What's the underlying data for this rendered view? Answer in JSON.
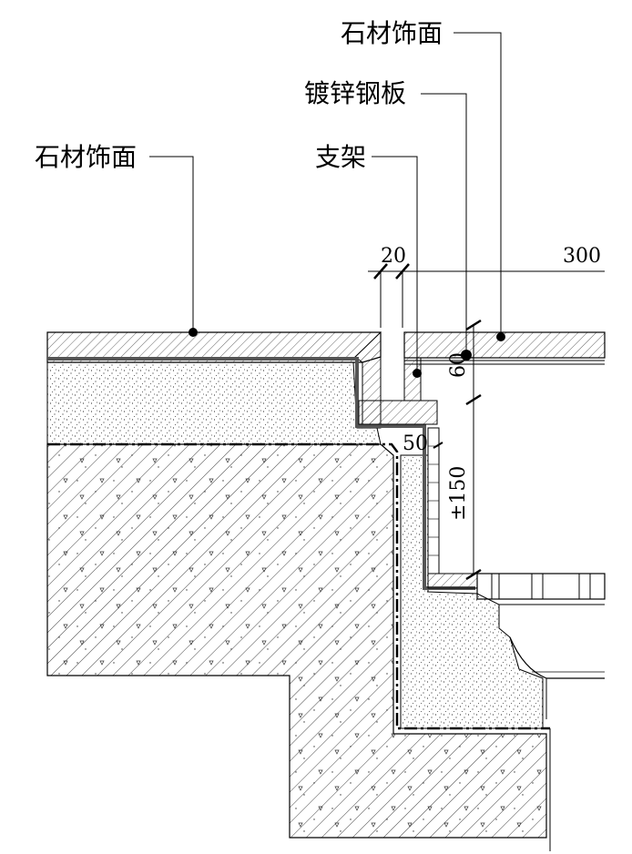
{
  "labels": {
    "stone_finish_top_right": "石材饰面",
    "galvanized_steel_plate": "镀锌钢板",
    "stone_finish_left": "石材饰面",
    "bracket": "支架"
  },
  "dimensions": {
    "gap": "20",
    "width": "300",
    "plate_height": "60",
    "step_offset": "50",
    "level": "±150"
  },
  "colors": {
    "line": "#000000",
    "hatch": "#333333",
    "background": "#ffffff"
  }
}
